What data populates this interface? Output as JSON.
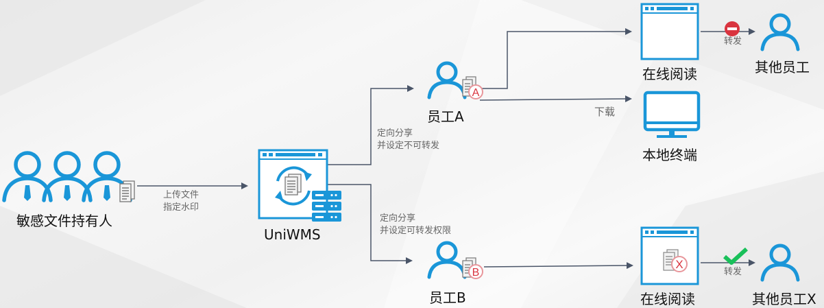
{
  "colors": {
    "icon_blue": "#1a96d8",
    "connector": "#4a5568",
    "badge_red": "#d9343f",
    "check_green": "#19c05a",
    "note_gray": "#666666",
    "label_black": "#111111"
  },
  "nodes": {
    "owner": {
      "label": "敏感文件持有人",
      "icon": "user-group-icon",
      "doc_icon": "document-icon"
    },
    "uniwms": {
      "label": "UniWMS",
      "icon": "sync-window-icon",
      "server_icon": "server-icon"
    },
    "employee_a": {
      "label": "员工A",
      "icon": "user-icon",
      "badge": "A"
    },
    "employee_b": {
      "label": "员工B",
      "icon": "user-icon",
      "badge": "B"
    },
    "online_read_top": {
      "label": "在线阅读",
      "icon": "browser-window-icon"
    },
    "local_terminal": {
      "label": "本地终端",
      "icon": "monitor-icon"
    },
    "online_read_bottom": {
      "label": "在线阅读",
      "icon": "browser-window-icon",
      "badge": "X"
    },
    "other_employees": {
      "label": "其他员工",
      "icon": "user-icon"
    },
    "other_employee_x": {
      "label": "其他员工X",
      "icon": "user-icon"
    }
  },
  "edges": {
    "upload": {
      "lines": [
        "上传文件",
        "指定水印"
      ]
    },
    "share_a": {
      "lines": [
        "定向分享",
        "并设定不可转发"
      ]
    },
    "share_b": {
      "lines": [
        "定向分享",
        "并设定可转发权限"
      ]
    },
    "download": {
      "label": "下载"
    },
    "forward_blocked": {
      "label": "转发",
      "status": "blocked",
      "status_icon": "no-entry-icon"
    },
    "forward_allowed": {
      "label": "转发",
      "status": "allowed",
      "status_icon": "checkmark-icon"
    }
  }
}
